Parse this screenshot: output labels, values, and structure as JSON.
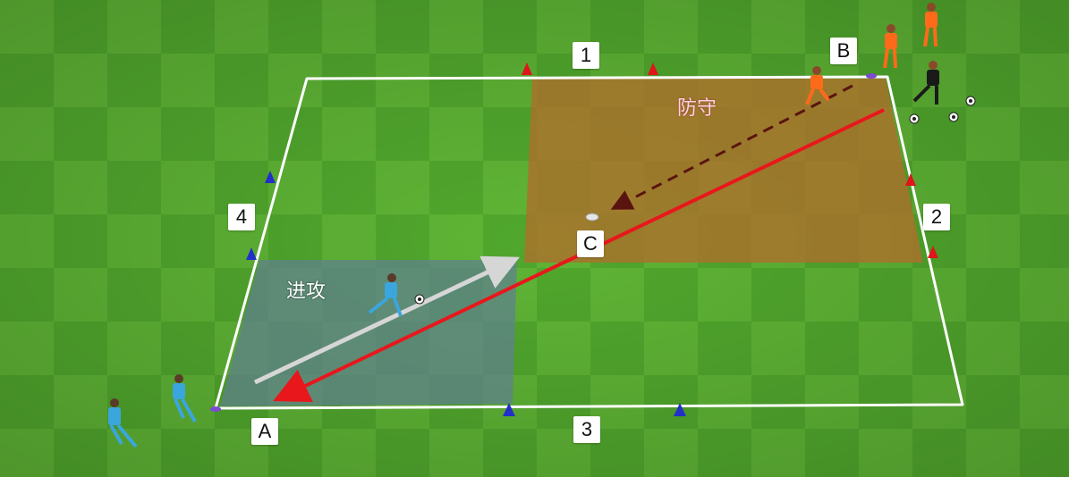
{
  "diagram": {
    "markers": {
      "one": "1",
      "two": "2",
      "three": "3",
      "four": "4",
      "a": "A",
      "b": "B",
      "c": "C"
    },
    "zones": {
      "defend": "防守",
      "attack": "进攻"
    },
    "colors": {
      "grass_light": "#5cb234",
      "grass_dark": "#4ea52b",
      "field_line": "#ffffff",
      "defend_zone": "#b06e2c",
      "attack_zone": "#5f7f90",
      "pass_arrow": "#e8171b",
      "run_arrow_defender": "#5a1410",
      "run_arrow_attacker": "#d6d6d6",
      "red_cone": "#e0141a",
      "blue_cone": "#2330c8",
      "orange_kit": "#ff6a1a",
      "blue_kit": "#3aa6dd",
      "black_kit": "#1a1a1a"
    },
    "icons": [
      "red-cone-icon",
      "blue-cone-icon",
      "football-icon",
      "orange-player-icon",
      "blue-player-icon",
      "coach-icon"
    ]
  }
}
